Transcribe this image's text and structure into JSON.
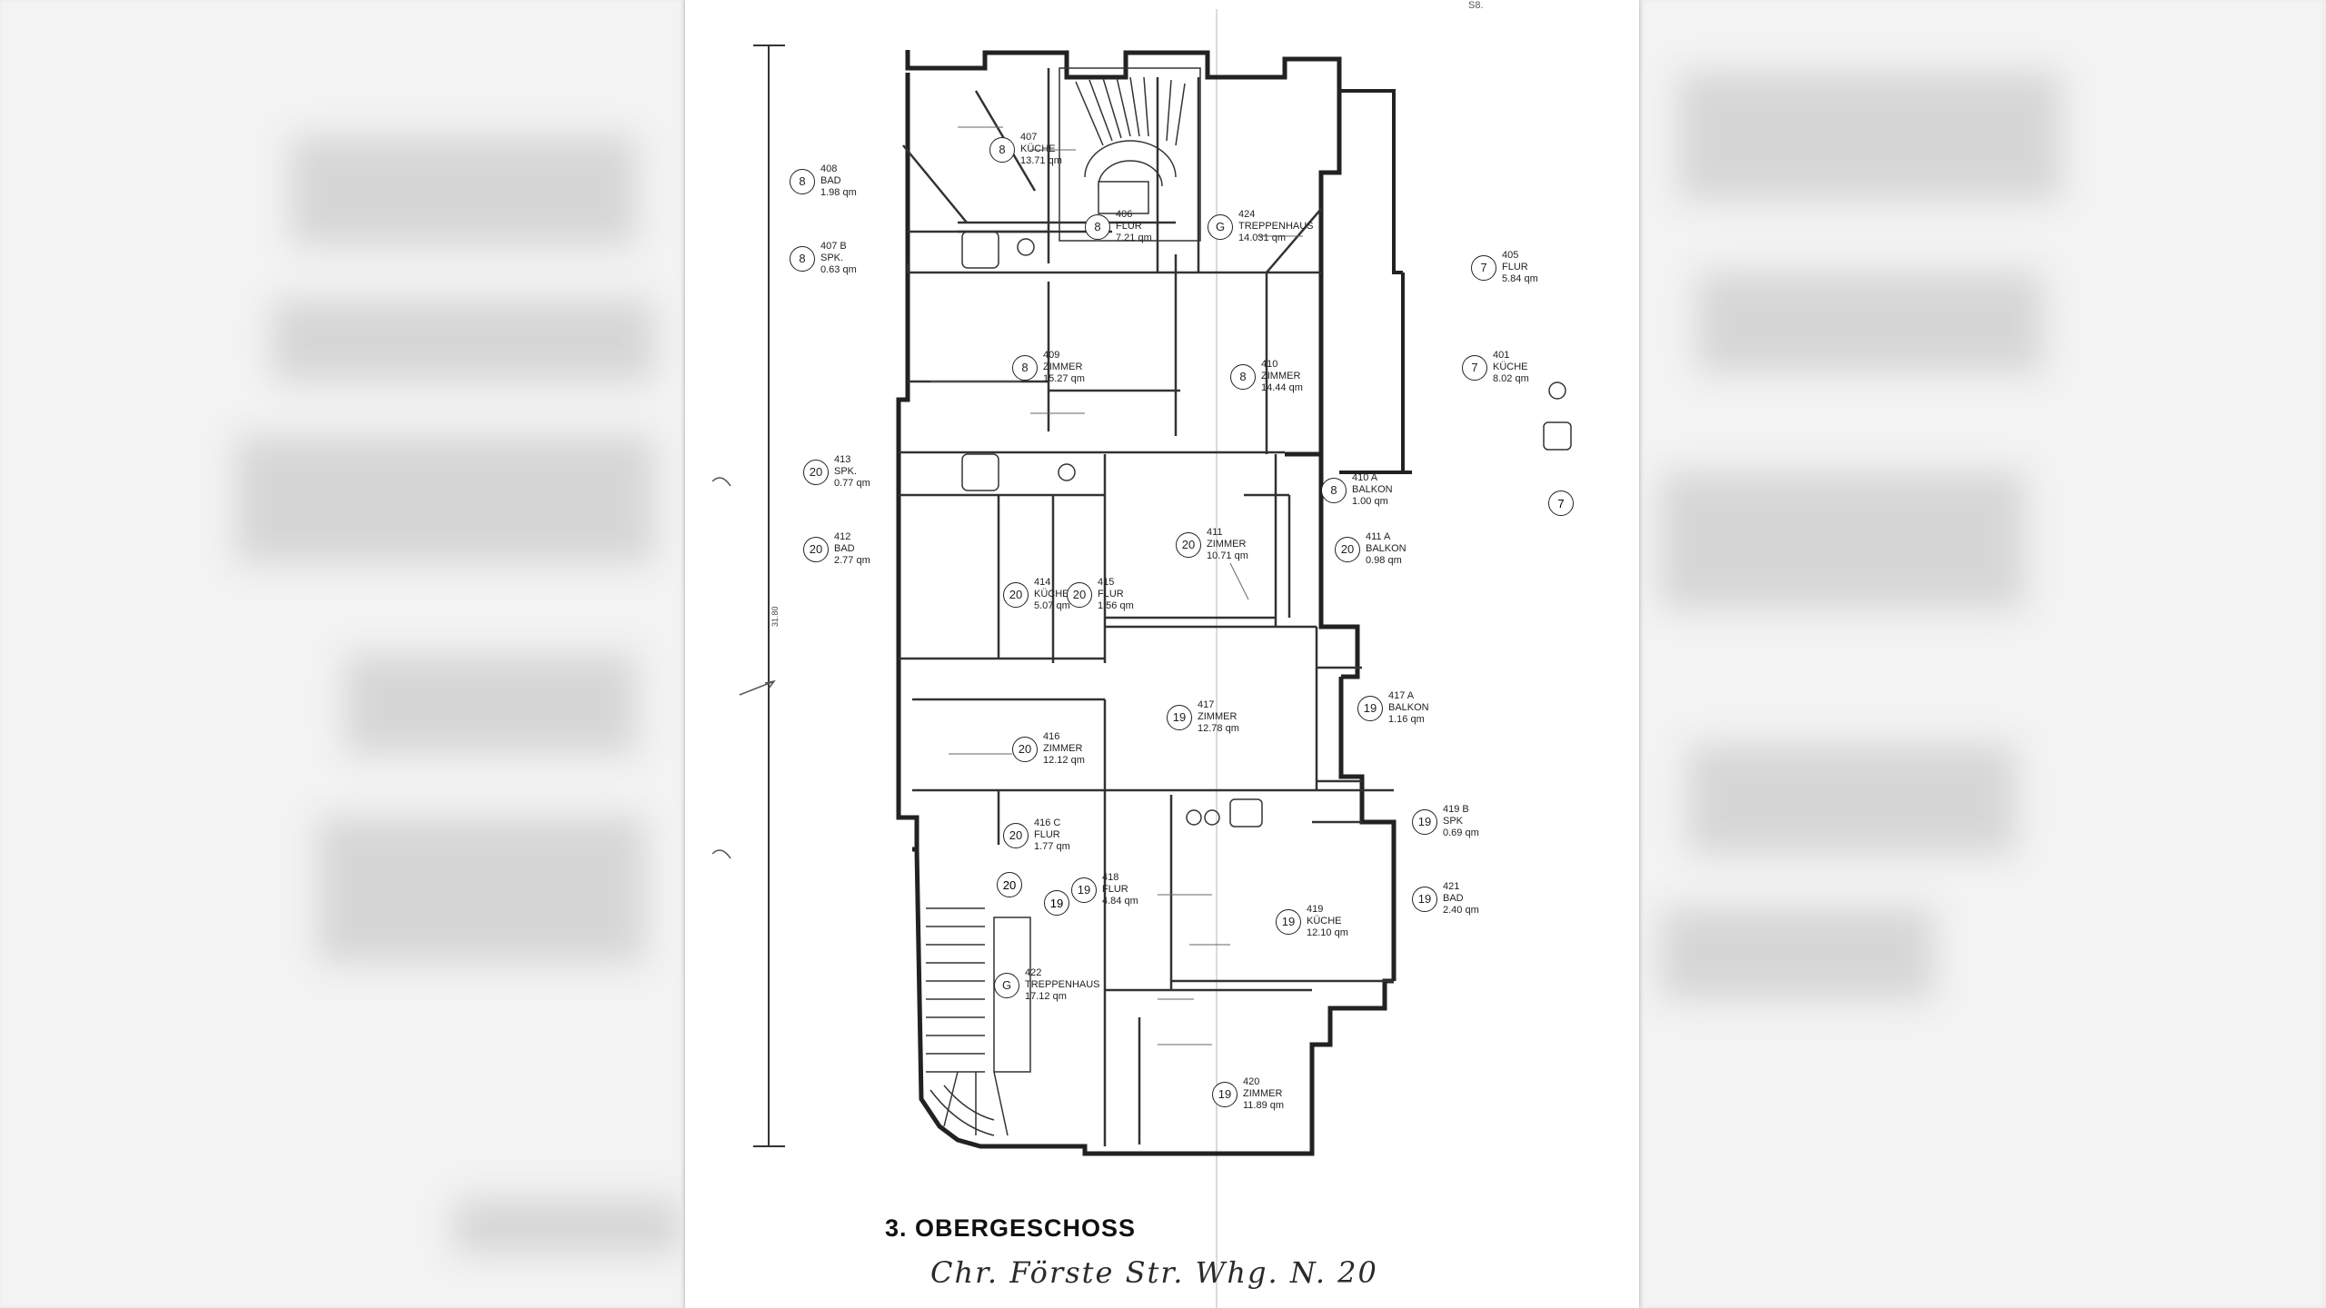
{
  "document": {
    "title": "3. OBERGESCHOSS",
    "handwritten_note": "Chr. Förste Str. Whg. N. 20",
    "page_marker": "S8."
  },
  "rooms": [
    {
      "unit": "8",
      "number": "407",
      "name": "KÜCHE",
      "area": "13.71 qm"
    },
    {
      "unit": "8",
      "number": "408",
      "name": "BAD",
      "area": "1.98 qm"
    },
    {
      "unit": "8",
      "number": "407 B",
      "name": "SPK.",
      "area": "0.63 qm"
    },
    {
      "unit": "8",
      "number": "406",
      "name": "FLUR",
      "area": "7.21 qm"
    },
    {
      "unit": "G",
      "number": "424",
      "name": "TREPPENHAUS",
      "area": "14.031 qm"
    },
    {
      "unit": "7",
      "number": "405",
      "name": "FLUR",
      "area": "5.84 qm"
    },
    {
      "unit": "8",
      "number": "409",
      "name": "ZIMMER",
      "area": "15.27 qm"
    },
    {
      "unit": "8",
      "number": "410",
      "name": "ZIMMER",
      "area": "14.44 qm"
    },
    {
      "unit": "7",
      "number": "401",
      "name": "KÜCHE",
      "area": "8.02 qm"
    },
    {
      "unit": "8",
      "number": "410 A",
      "name": "BALKON",
      "area": "1.00 qm"
    },
    {
      "unit": "20",
      "number": "413",
      "name": "SPK.",
      "area": "0.77 qm"
    },
    {
      "unit": "20",
      "number": "412",
      "name": "BAD",
      "area": "2.77 qm"
    },
    {
      "unit": "20",
      "number": "411",
      "name": "ZIMMER",
      "area": "10.71 qm"
    },
    {
      "unit": "20",
      "number": "411 A",
      "name": "BALKON",
      "area": "0.98 qm"
    },
    {
      "unit": "20",
      "number": "414",
      "name": "KÜCHE",
      "area": "5.07 qm"
    },
    {
      "unit": "20",
      "number": "415",
      "name": "FLUR",
      "area": "1.56 qm"
    },
    {
      "unit": "19",
      "number": "417",
      "name": "ZIMMER",
      "area": "12.78 qm"
    },
    {
      "unit": "19",
      "number": "417 A",
      "name": "BALKON",
      "area": "1.16 qm"
    },
    {
      "unit": "20",
      "number": "416",
      "name": "ZIMMER",
      "area": "12.12 qm"
    },
    {
      "unit": "20",
      "number": "416 C",
      "name": "FLUR",
      "area": "1.77 qm"
    },
    {
      "unit": "19",
      "number": "419 B",
      "name": "SPK",
      "area": "0.69 qm"
    },
    {
      "unit": "19",
      "number": "421",
      "name": "BAD",
      "area": "2.40 qm"
    },
    {
      "unit": "G",
      "number": "422",
      "name": "TREPPENHAUS",
      "area": "17.12 qm"
    },
    {
      "unit": "19",
      "number": "418",
      "name": "FLUR",
      "area": "4.84 qm"
    },
    {
      "unit": "19",
      "number": "419",
      "name": "KÜCHE",
      "area": "12.10 qm"
    },
    {
      "unit": "19",
      "number": "420",
      "name": "ZIMMER",
      "area": "11.89 qm"
    }
  ],
  "extra_markers": [
    "20",
    "19",
    "7"
  ],
  "overall_dimension": "31.80"
}
